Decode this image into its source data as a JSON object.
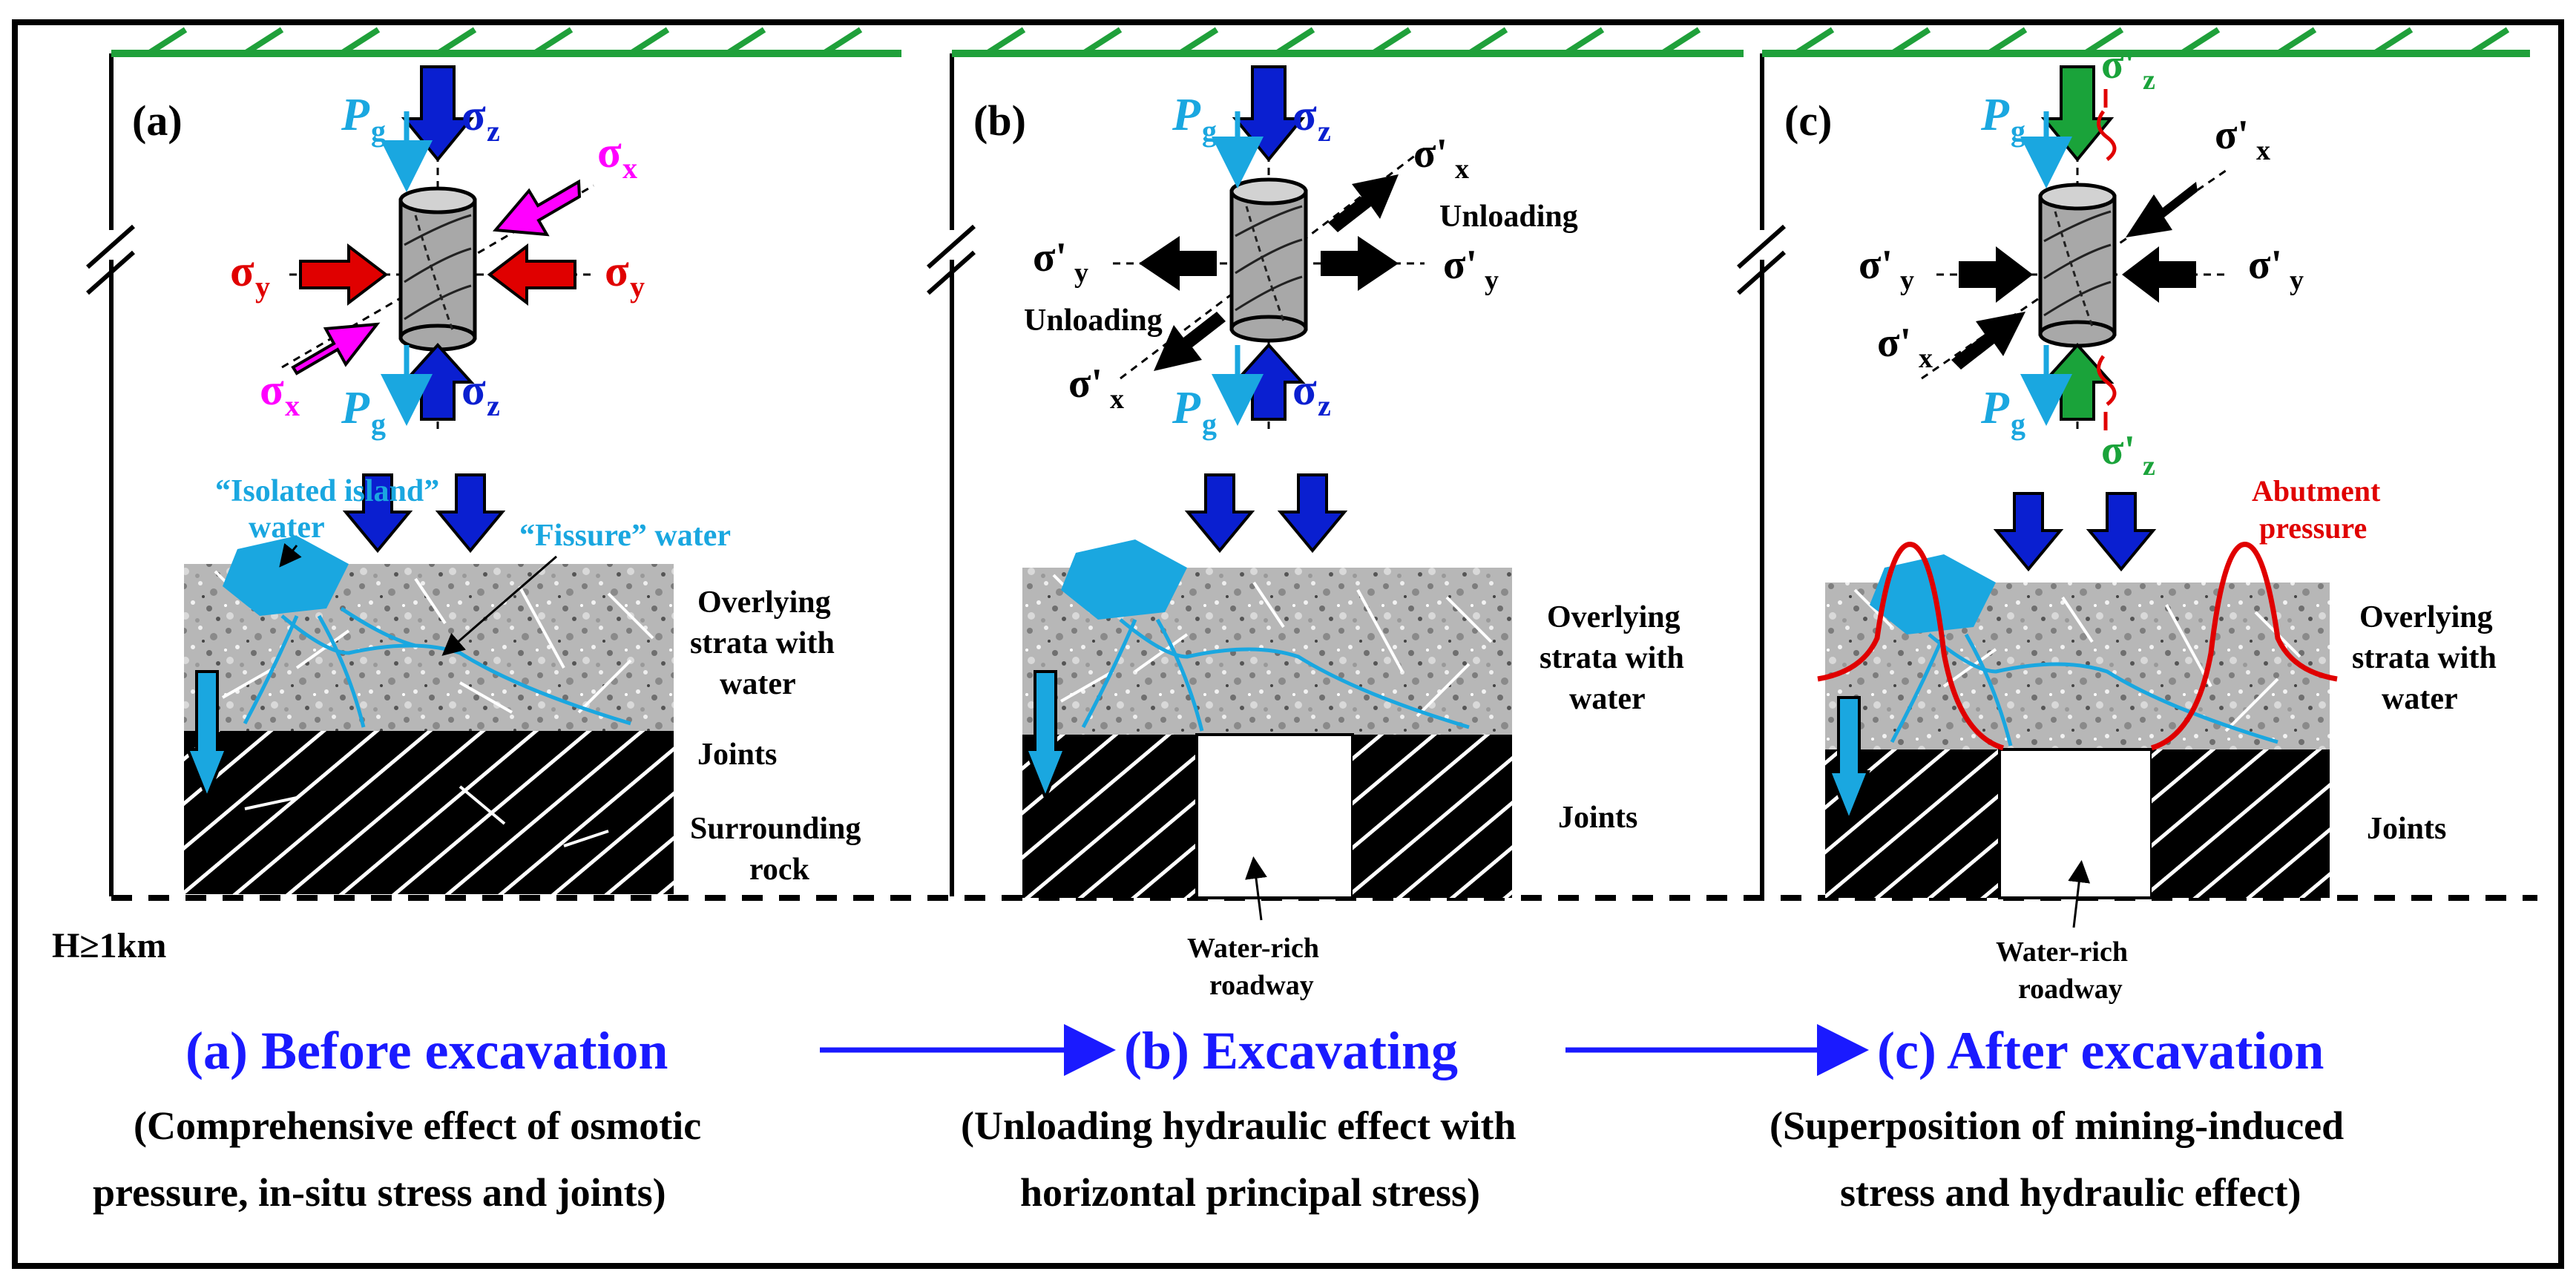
{
  "colors": {
    "frame": "#000000",
    "ground": "#1fa03a",
    "pore_pressure": "#1aa7e0",
    "sigma_z": "#0a1fd0",
    "sigma_x": "#ff00ff",
    "sigma_y": "#e00000",
    "green_arrow": "#1aa33a",
    "stage_title": "#1a1aff",
    "abutment": "#e00000",
    "water": "#1aa7e0"
  },
  "labels": {
    "pg": "P",
    "pg_sub": "g",
    "sigma": "σ",
    "sigma_prime": "σ'",
    "sub_z": "z",
    "sub_x": "x",
    "sub_y": "y"
  },
  "panels": [
    {
      "id": "a",
      "tag": "(a)"
    },
    {
      "id": "b",
      "tag": "(b)"
    },
    {
      "id": "c",
      "tag": "(c)"
    }
  ],
  "annotations": {
    "isolated_island_l1": "“Isolated island”",
    "isolated_island_l2": "water",
    "fissure": "“Fissure” water",
    "overlying_l1": "Overlying",
    "overlying_l2": "strata with",
    "overlying_l3": "water",
    "joints": "Joints",
    "surrounding_l1": "Surrounding",
    "surrounding_l2": "rock",
    "unloading": "Unloading",
    "roadway_l1": "Water-rich",
    "roadway_l2": "roadway",
    "abutment_l1": "Abutment",
    "abutment_l2": "pressure",
    "depth": "H≥1km"
  },
  "stages": [
    {
      "title": "(a) Before excavation",
      "sub1": "(Comprehensive effect of osmotic",
      "sub2": "pressure, in-situ stress and joints)"
    },
    {
      "title": "(b) Excavating",
      "sub1": "(Unloading hydraulic effect with",
      "sub2": "horizontal principal stress)"
    },
    {
      "title": "(c) After excavation",
      "sub1": "(Superposition of mining-induced",
      "sub2": "stress and hydraulic effect)"
    }
  ]
}
